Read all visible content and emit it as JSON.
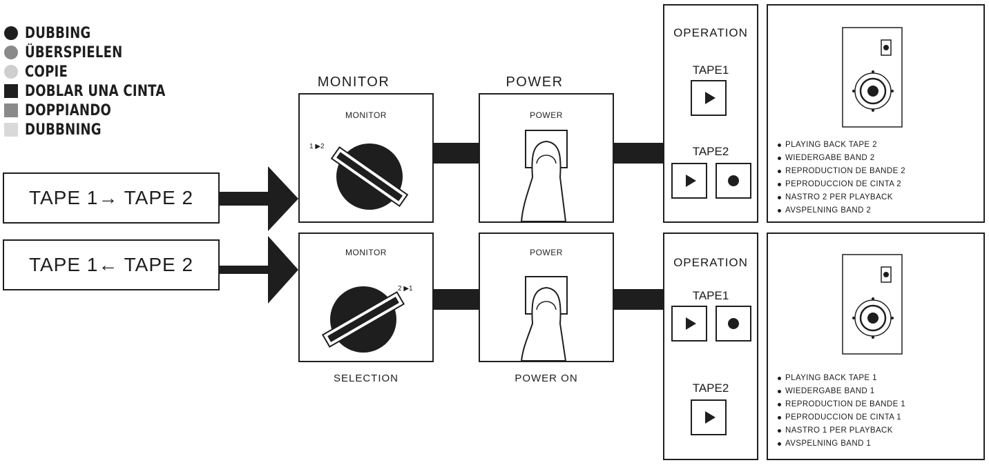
{
  "legend": {
    "items": [
      {
        "label": "DUBBING",
        "shape": "circle",
        "color": "#1e1e1e"
      },
      {
        "label": "ÜBERSPIELEN",
        "shape": "circle",
        "color": "#8a8a8a"
      },
      {
        "label": "COPIE",
        "shape": "circle",
        "color": "#cfcfcf"
      },
      {
        "label": "DOBLAR UNA CINTA",
        "shape": "square",
        "color": "#1e1e1e"
      },
      {
        "label": "DOPPIANDO",
        "shape": "square",
        "color": "#8a8a8a"
      },
      {
        "label": "DUBBNING",
        "shape": "square",
        "color": "#d9d9d9"
      }
    ]
  },
  "headings": {
    "monitor": "MONITOR",
    "power": "POWER"
  },
  "row1": {
    "tape_label": "TAPE 1→ TAPE 2",
    "monitor_label": "MONITOR",
    "dial_label": "1 ▶2",
    "power_label": "POWER",
    "operation_title": "OPERATION",
    "tape1": "TAPE1",
    "tape2": "TAPE2",
    "results": [
      "PLAYING BACK TAPE 2",
      "WIEDERGABE BAND 2",
      "REPRODUCTION DE BANDE 2",
      "PEPRODUCCION DE CINTA 2",
      "NASTRO 2 PER PLAYBACK",
      "AVSPELNING BAND 2"
    ]
  },
  "row2": {
    "tape_label": "TAPE 1← TAPE 2",
    "monitor_label": "MONITOR",
    "dial_label": "2 ▶1",
    "monitor_caption": "SELECTION",
    "power_label": "POWER",
    "power_caption": "POWER ON",
    "operation_title": "OPERATION",
    "tape1": "TAPE1",
    "tape2": "TAPE2",
    "results": [
      "PLAYING BACK TAPE 1",
      "WIEDERGABE BAND 1",
      "REPRODUCTION DE BANDE 1",
      "PEPRODUCCION DE CINTA 1",
      "NASTRO 1 PER PLAYBACK",
      "AVSPELNING BAND 1"
    ]
  }
}
